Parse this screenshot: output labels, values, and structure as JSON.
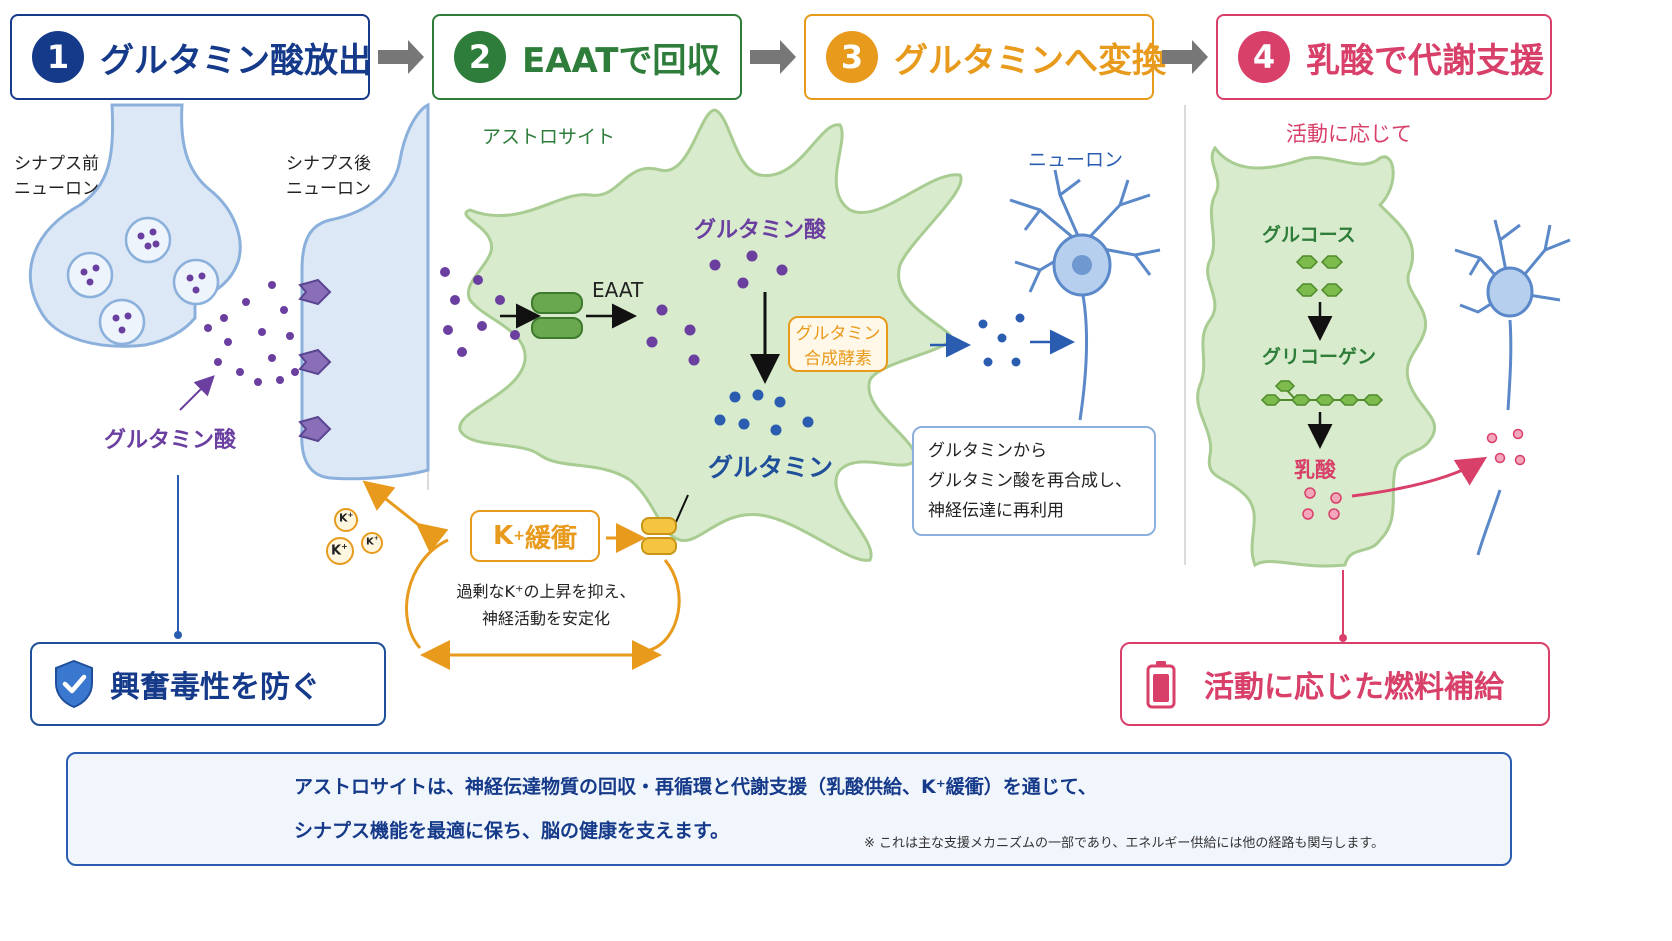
{
  "steps": [
    {
      "num": "1",
      "title": "グルタミン酸放出",
      "color": "#163a8a"
    },
    {
      "num": "2",
      "title": "EAATで回収",
      "color": "#2e7d3a"
    },
    {
      "num": "3",
      "title": "グルタミンへ変換",
      "color": "#e89a1c"
    },
    {
      "num": "4",
      "title": "乳酸で代謝支援",
      "color": "#d8406a"
    }
  ],
  "panel1": {
    "pre_line1": "シナプス前",
    "pre_line2": "ニューロン",
    "post_line1": "シナプス後",
    "post_line2": "ニューロン",
    "glutamate": "グルタミン酸"
  },
  "panel2": {
    "astrocyte": "アストロサイト",
    "eaat": "EAAT",
    "glutamate": "グルタミン酸",
    "enzyme_line1": "グルタミン",
    "enzyme_line2": "合成酵素",
    "glutamine": "グルタミン",
    "k_main": "K",
    "k_sup": "+",
    "k_rest": "緩衝",
    "k_ion": "K",
    "k_ion_sup": "+",
    "kdesc_line1": "過剰なK⁺の上昇を抑え、",
    "kdesc_line2": "神経活動を安定化"
  },
  "panel3": {
    "neuron": "ニューロン",
    "box_line1": "グルタミンから",
    "box_line2": "グルタミン酸を再合成し、",
    "box_line3": "神経伝達に再利用"
  },
  "panel4": {
    "title": "活動に応じて",
    "glucose": "グルコース",
    "glycogen": "グリコーゲン",
    "lactate": "乳酸"
  },
  "outcomes": {
    "left": "興奮毒性を防ぐ",
    "right": "活動に応じた燃料補給"
  },
  "summary": {
    "line1": "アストロサイトは、神経伝達物質の回収・再循環と代謝支援（乳酸供給、K⁺緩衝）を通じて、",
    "line2": "シナプス機能を最適に保ち、脳の健康を支えます。",
    "note": "※ これは主な支援メカニズムの一部であり、エネルギー供給には他の経路も関与します。"
  },
  "colors": {
    "glutamate_purple": "#6a3fa0",
    "glutamine_blue": "#2a5db0",
    "astro_green": "#d8ebcc",
    "neuron_blue": "#dce8f6",
    "k_orange": "#e89a1c",
    "lactate_pink": "#d8406a",
    "glucose_green": "#7cbb4c"
  }
}
